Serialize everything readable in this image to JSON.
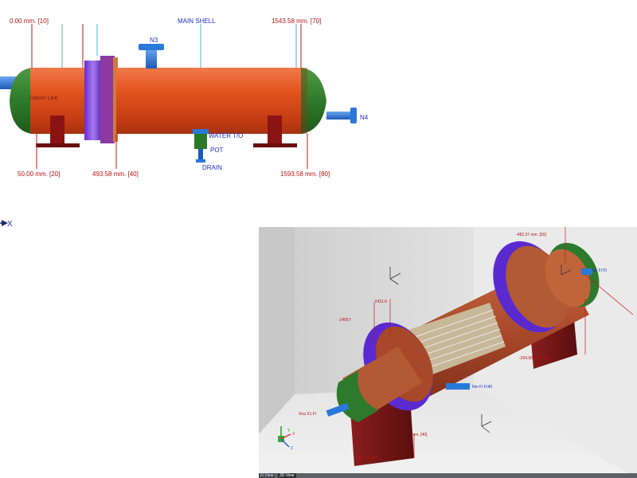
{
  "top_view": {
    "dimension_labels": {
      "top_left": "0.00 mm.  [10]",
      "top_center": "MAIN SHELL",
      "top_right": "1543.58 mm.  [70]",
      "bottom_left": "50.00 mm.  [20]",
      "bottom_mid": "493.58 mm.  [40]",
      "bottom_right": "1593.58 mm.  [80]"
    },
    "nozzles": {
      "n3": "N3",
      "n4": "N4"
    },
    "callouts": {
      "datum_line": "Datum Line",
      "water_to": "WATER T/O",
      "pot": "POT",
      "drain": "DRAIN"
    },
    "axis_label": "X",
    "colors": {
      "shell": "#d84a1c",
      "head": "#2f7a2c",
      "flange": "#7a3ad6",
      "nozzle": "#2a78d8",
      "saddle": "#7a1010",
      "dim_line": "#c11a1a"
    }
  },
  "iso_view": {
    "labels": {
      "top_dim": "-482.37 mm. [50]",
      "right_nozzle": "N1 F/70",
      "left_dim1": "-2431.8",
      "left_dim2": "-2405 f",
      "right_dim": "-264.90 mm. [8]",
      "nozzle_mid": "Nm F/ F/40",
      "left_nozzle": "Xna X1 F/",
      "bottom_dim1": "mm. [40]",
      "bottom_dim2": "-2431.83 mm."
    },
    "tabs": [
      "Fl View",
      "3D View"
    ],
    "active_tab": "3D View",
    "axis_labels": {
      "x": "X",
      "y": "Y",
      "z": "Z"
    }
  }
}
